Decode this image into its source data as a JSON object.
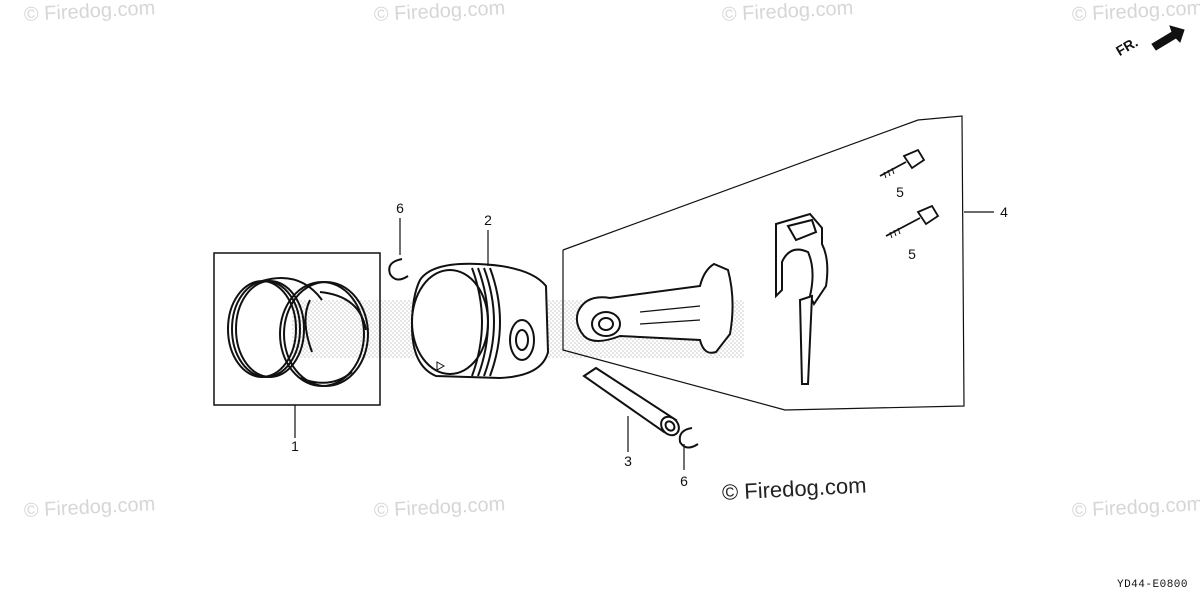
{
  "watermark": {
    "text": "© Firedog.com",
    "main_text": "© Firedog.com"
  },
  "diagram_code": "YD44-E0800",
  "direction_label": "FR.",
  "callouts": {
    "piston_ring_set": "1",
    "piston": "2",
    "piston_pin": "3",
    "connecting_rod_assembly": "4",
    "rod_bolt_upper": "5",
    "rod_bolt_lower": "5",
    "piston_pin_clip_upper": "6",
    "piston_pin_clip_lower": "6"
  },
  "icons": {
    "direction_arrow": "fr-arrow-icon"
  }
}
